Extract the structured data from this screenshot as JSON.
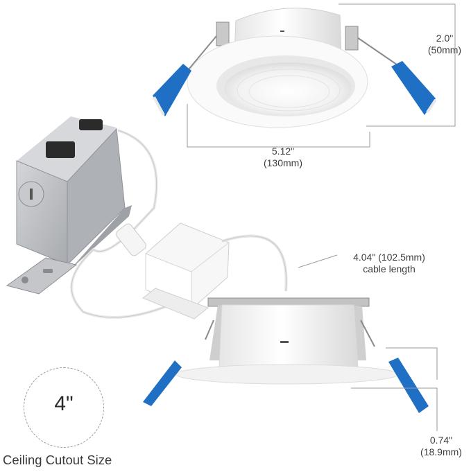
{
  "product": {
    "height": {
      "inches": "2.0\"",
      "mm": "(50mm)"
    },
    "diameter": {
      "inches": "5.12\"",
      "mm": "(130mm)"
    },
    "cable": {
      "length": "4.04\" (102.5mm)",
      "label": "cable length"
    },
    "trim": {
      "inches": "0.74\"",
      "mm": "(18.9mm)"
    },
    "cutout": {
      "value": "4\"",
      "caption": "Ceiling Cutout Size"
    }
  },
  "colors": {
    "clip_blue": "#1f6fc4",
    "fixture_white": "#f4f4f4",
    "junction_box_gray": "#b9bcc0",
    "dimension_line": "#9a9a9a"
  }
}
